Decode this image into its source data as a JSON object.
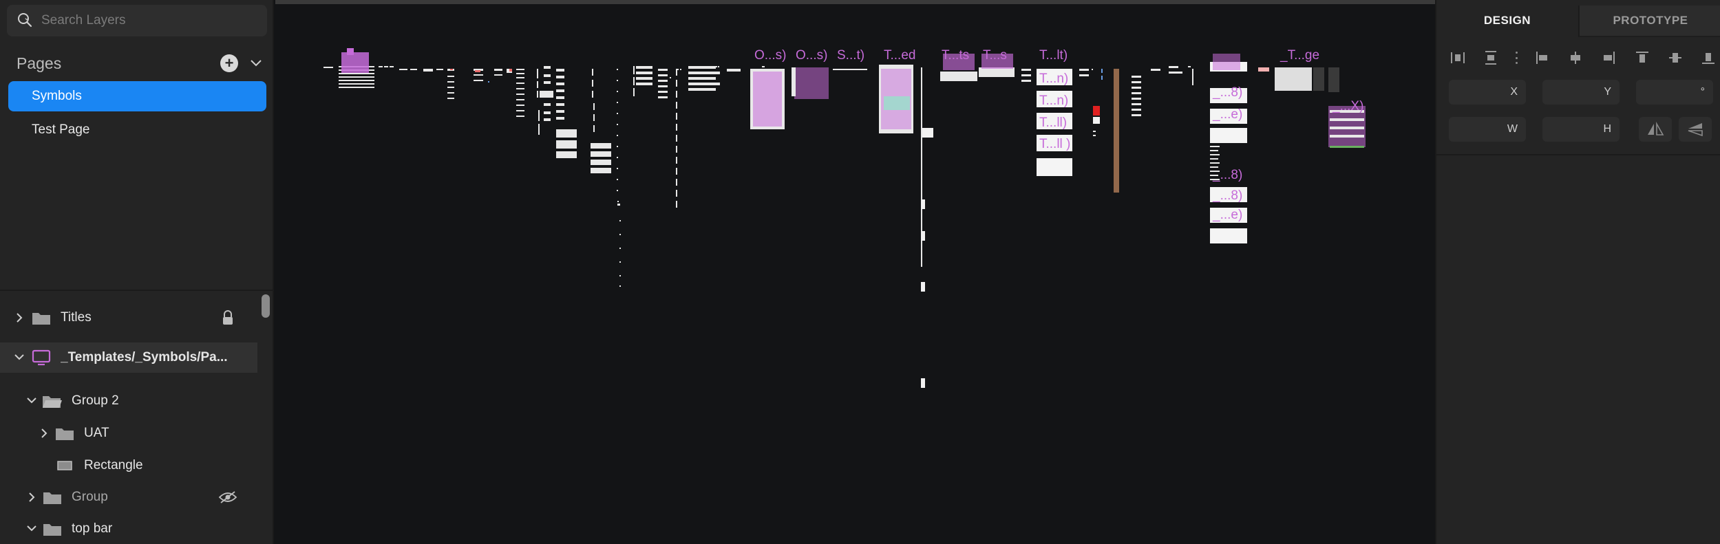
{
  "search": {
    "placeholder": "Search Layers"
  },
  "pages": {
    "title": "Pages",
    "add_label": "+",
    "items": [
      {
        "label": "Symbols",
        "active": true
      },
      {
        "label": "Test Page",
        "active": false
      }
    ]
  },
  "layers": [
    {
      "label": "Titles",
      "icon": "folder-icon",
      "expanded": false,
      "locked": true
    },
    {
      "label": "_Templates/_Symbols/Pa...",
      "icon": "symbol-icon",
      "expanded": true,
      "selected": true
    },
    {
      "label": "Group 2",
      "icon": "folder-open-icon",
      "expanded": true
    },
    {
      "label": "UAT",
      "icon": "folder-icon",
      "expanded": false
    },
    {
      "label": "Rectangle",
      "icon": "rectangle-icon"
    },
    {
      "label": "Group",
      "icon": "folder-icon",
      "expanded": false,
      "hidden": true
    },
    {
      "label": "top bar",
      "icon": "folder-icon",
      "expanded": true
    }
  ],
  "canvas": {
    "labels": [
      "O...s)",
      "O...s)",
      "S...t)",
      "T...ed",
      "T...ts",
      "T...s",
      "T...lt)",
      "T...n)",
      "T...n)",
      "T...ll)",
      "T...ll )",
      "_...8)",
      "_...e)",
      "_...8)",
      "_...8)",
      "_...e)",
      "_T...ge",
      "_...X)"
    ],
    "accent_color": "#c66bd9"
  },
  "inspector": {
    "tabs": [
      "DESIGN",
      "PROTOTYPE"
    ],
    "fields": {
      "x": "X",
      "y": "Y",
      "rotation": "°",
      "w": "W",
      "h": "H"
    }
  }
}
